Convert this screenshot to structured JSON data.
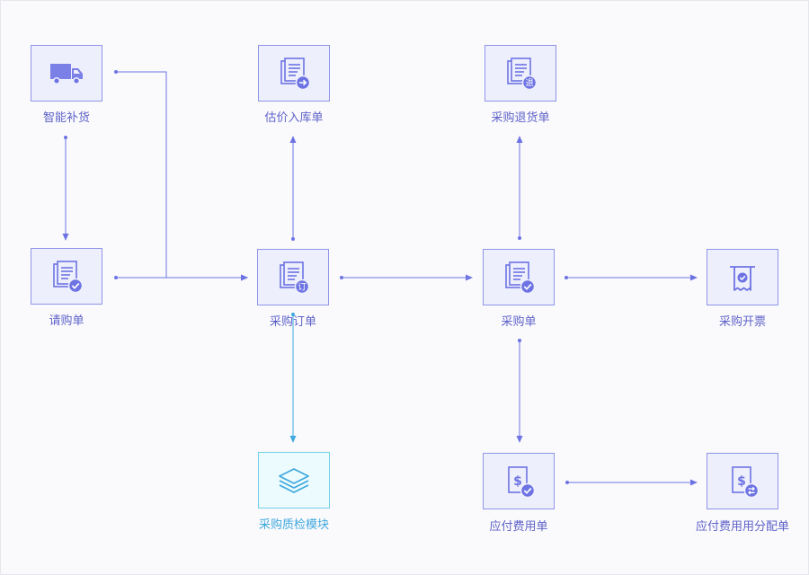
{
  "colors": {
    "accent": "#6d73e3",
    "node_fill": "#eeeffc",
    "node_border": "#8f95e8",
    "qc_fill": "#ecfbfd",
    "qc_border": "#6fd0e6",
    "qc_accent": "#3fa8df",
    "label": "#5f63c9"
  },
  "nodes": {
    "smart_replenish": {
      "label": "智能补货",
      "icon": "truck-icon"
    },
    "estimate_inbound": {
      "label": "估价入库单",
      "icon": "document-arrow-icon"
    },
    "purchase_return": {
      "label": "采购退货单",
      "icon": "document-return-icon",
      "badge": "退"
    },
    "purchase_request": {
      "label": "请购单",
      "icon": "document-check-icon"
    },
    "purchase_order": {
      "label": "采购订单",
      "icon": "document-order-icon",
      "badge": "订"
    },
    "purchase_receipt": {
      "label": "采购单",
      "icon": "document-check-icon"
    },
    "purchase_invoice": {
      "label": "采购开票",
      "icon": "receipt-icon"
    },
    "quality_module": {
      "label": "采购质检模块",
      "icon": "layers-icon"
    },
    "payable_fee": {
      "label": "应付费用单",
      "icon": "dollar-check-icon"
    },
    "fee_allocation": {
      "label": "应付费用用分配单",
      "icon": "dollar-share-icon"
    }
  }
}
